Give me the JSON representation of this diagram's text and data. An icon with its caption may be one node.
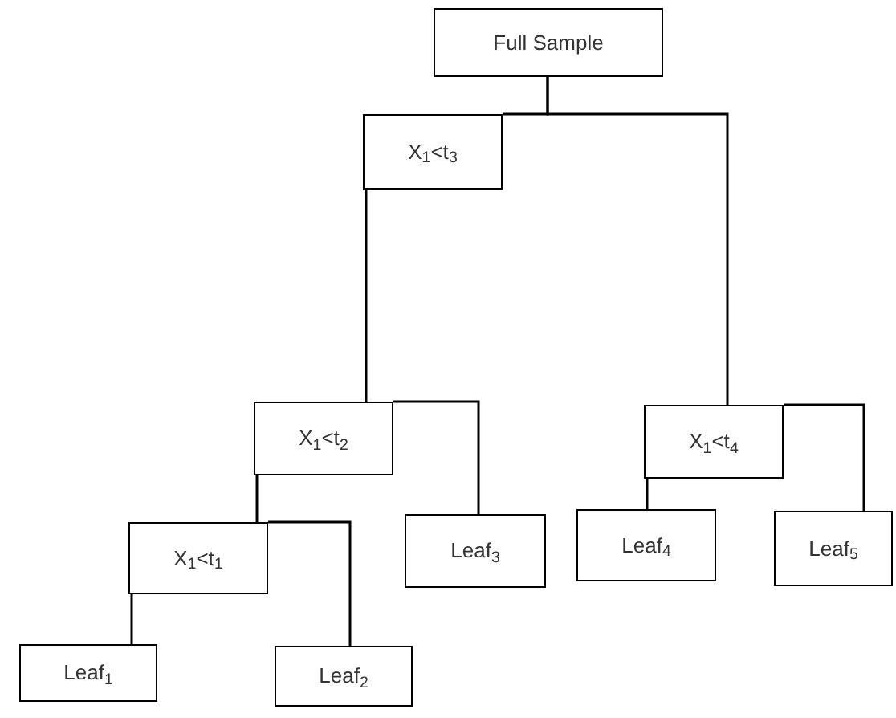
{
  "diagram": {
    "nodes": [
      {
        "text": [
          "Full Sample"
        ]
      },
      {
        "text": [
          "X$_{1}$<t$_{3}$"
        ]
      },
      {
        "text": [
          "X$_{1}$<t$_{2}$"
        ]
      },
      {
        "text": [
          "X$_{1}$<t$_{4}$"
        ]
      },
      {
        "text": [
          "Leaf$_{3}$"
        ]
      },
      {
        "text": [
          "Leaf$_{4}$"
        ]
      },
      {
        "text": [
          "Leaf$_{5}$"
        ]
      },
      {
        "text": [
          "X$_{1}$<t$_{1}$"
        ]
      },
      {
        "text": [
          "Leaf$_{1}$"
        ]
      },
      {
        "text": [
          "Leaf$_{2}$"
        ]
      }
    ],
    "edges": [
      {
        "from": 0,
        "to": 1,
        "arrow": "none"
      },
      {
        "from": 0,
        "to": 3,
        "arrow": "none"
      },
      {
        "from": 1,
        "to": 2,
        "arrow": "none"
      },
      {
        "from": 2,
        "to": 7,
        "arrow": "none"
      },
      {
        "from": 2,
        "to": 4,
        "arrow": "none"
      },
      {
        "from": 7,
        "to": 8,
        "arrow": "none"
      },
      {
        "from": 7,
        "to": 9,
        "arrow": "none"
      },
      {
        "from": 3,
        "to": 5,
        "arrow": "none"
      },
      {
        "from": 3,
        "to": 6,
        "arrow": "none"
      }
    ]
  }
}
